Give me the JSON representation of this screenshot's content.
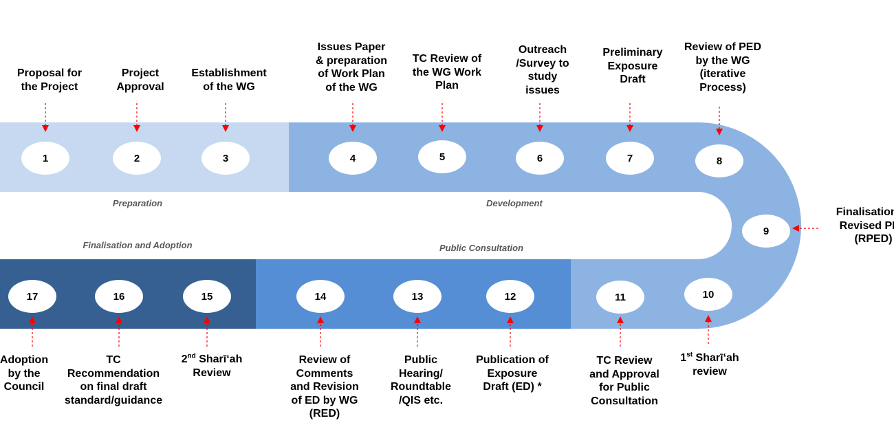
{
  "colors": {
    "preparation": "#c6d9f1",
    "development": "#8db3e2",
    "public_consultation": "#558ed5",
    "finalisation": "#366092",
    "arrow": "#ff0000"
  },
  "phases": {
    "preparation": "Preparation",
    "development": "Development",
    "public_consultation": "Public Consultation",
    "finalisation": "Finalisation and Adoption"
  },
  "steps": [
    {
      "n": "1",
      "lines": [
        "Proposal for",
        "the Project"
      ]
    },
    {
      "n": "2",
      "lines": [
        "Project",
        "Approval"
      ]
    },
    {
      "n": "3",
      "lines": [
        "Establishment",
        "of the WG"
      ]
    },
    {
      "n": "4",
      "lines": [
        "Issues Paper",
        "& preparation",
        "of Work Plan",
        "of the WG"
      ]
    },
    {
      "n": "5",
      "lines": [
        "TC Review of",
        "the WG Work",
        "Plan"
      ]
    },
    {
      "n": "6",
      "lines": [
        "Outreach",
        "/Survey to",
        "study",
        "issues"
      ]
    },
    {
      "n": "7",
      "lines": [
        "Preliminary",
        "Exposure",
        "Draft"
      ]
    },
    {
      "n": "8",
      "lines": [
        "Review of PED",
        "by the WG",
        "(iterative",
        "Process)"
      ]
    },
    {
      "n": "9",
      "lines": [
        "Finalisation of",
        "Revised PED",
        "(RPED)"
      ]
    },
    {
      "n": "10",
      "lines": [
        "1st Sharīʻah",
        "review"
      ],
      "sup": "st"
    },
    {
      "n": "11",
      "lines": [
        "TC Review",
        "and Approval",
        "for Public",
        "Consultation"
      ]
    },
    {
      "n": "12",
      "lines": [
        "Publication of",
        "Exposure",
        "Draft (ED) *"
      ]
    },
    {
      "n": "13",
      "lines": [
        "Public",
        "Hearing/",
        "Roundtable",
        "/QIS etc."
      ]
    },
    {
      "n": "14",
      "lines": [
        "Review of",
        "Comments",
        "and Revision",
        "of ED by WG",
        "(RED)"
      ]
    },
    {
      "n": "15",
      "lines": [
        "2nd Sharīʻah",
        "Review"
      ],
      "sup": "nd"
    },
    {
      "n": "16",
      "lines": [
        "TC",
        "Recommendation",
        "on final draft",
        "standard/guidance"
      ]
    },
    {
      "n": "17",
      "lines": [
        "Adoption",
        "by the",
        "Council"
      ]
    }
  ]
}
